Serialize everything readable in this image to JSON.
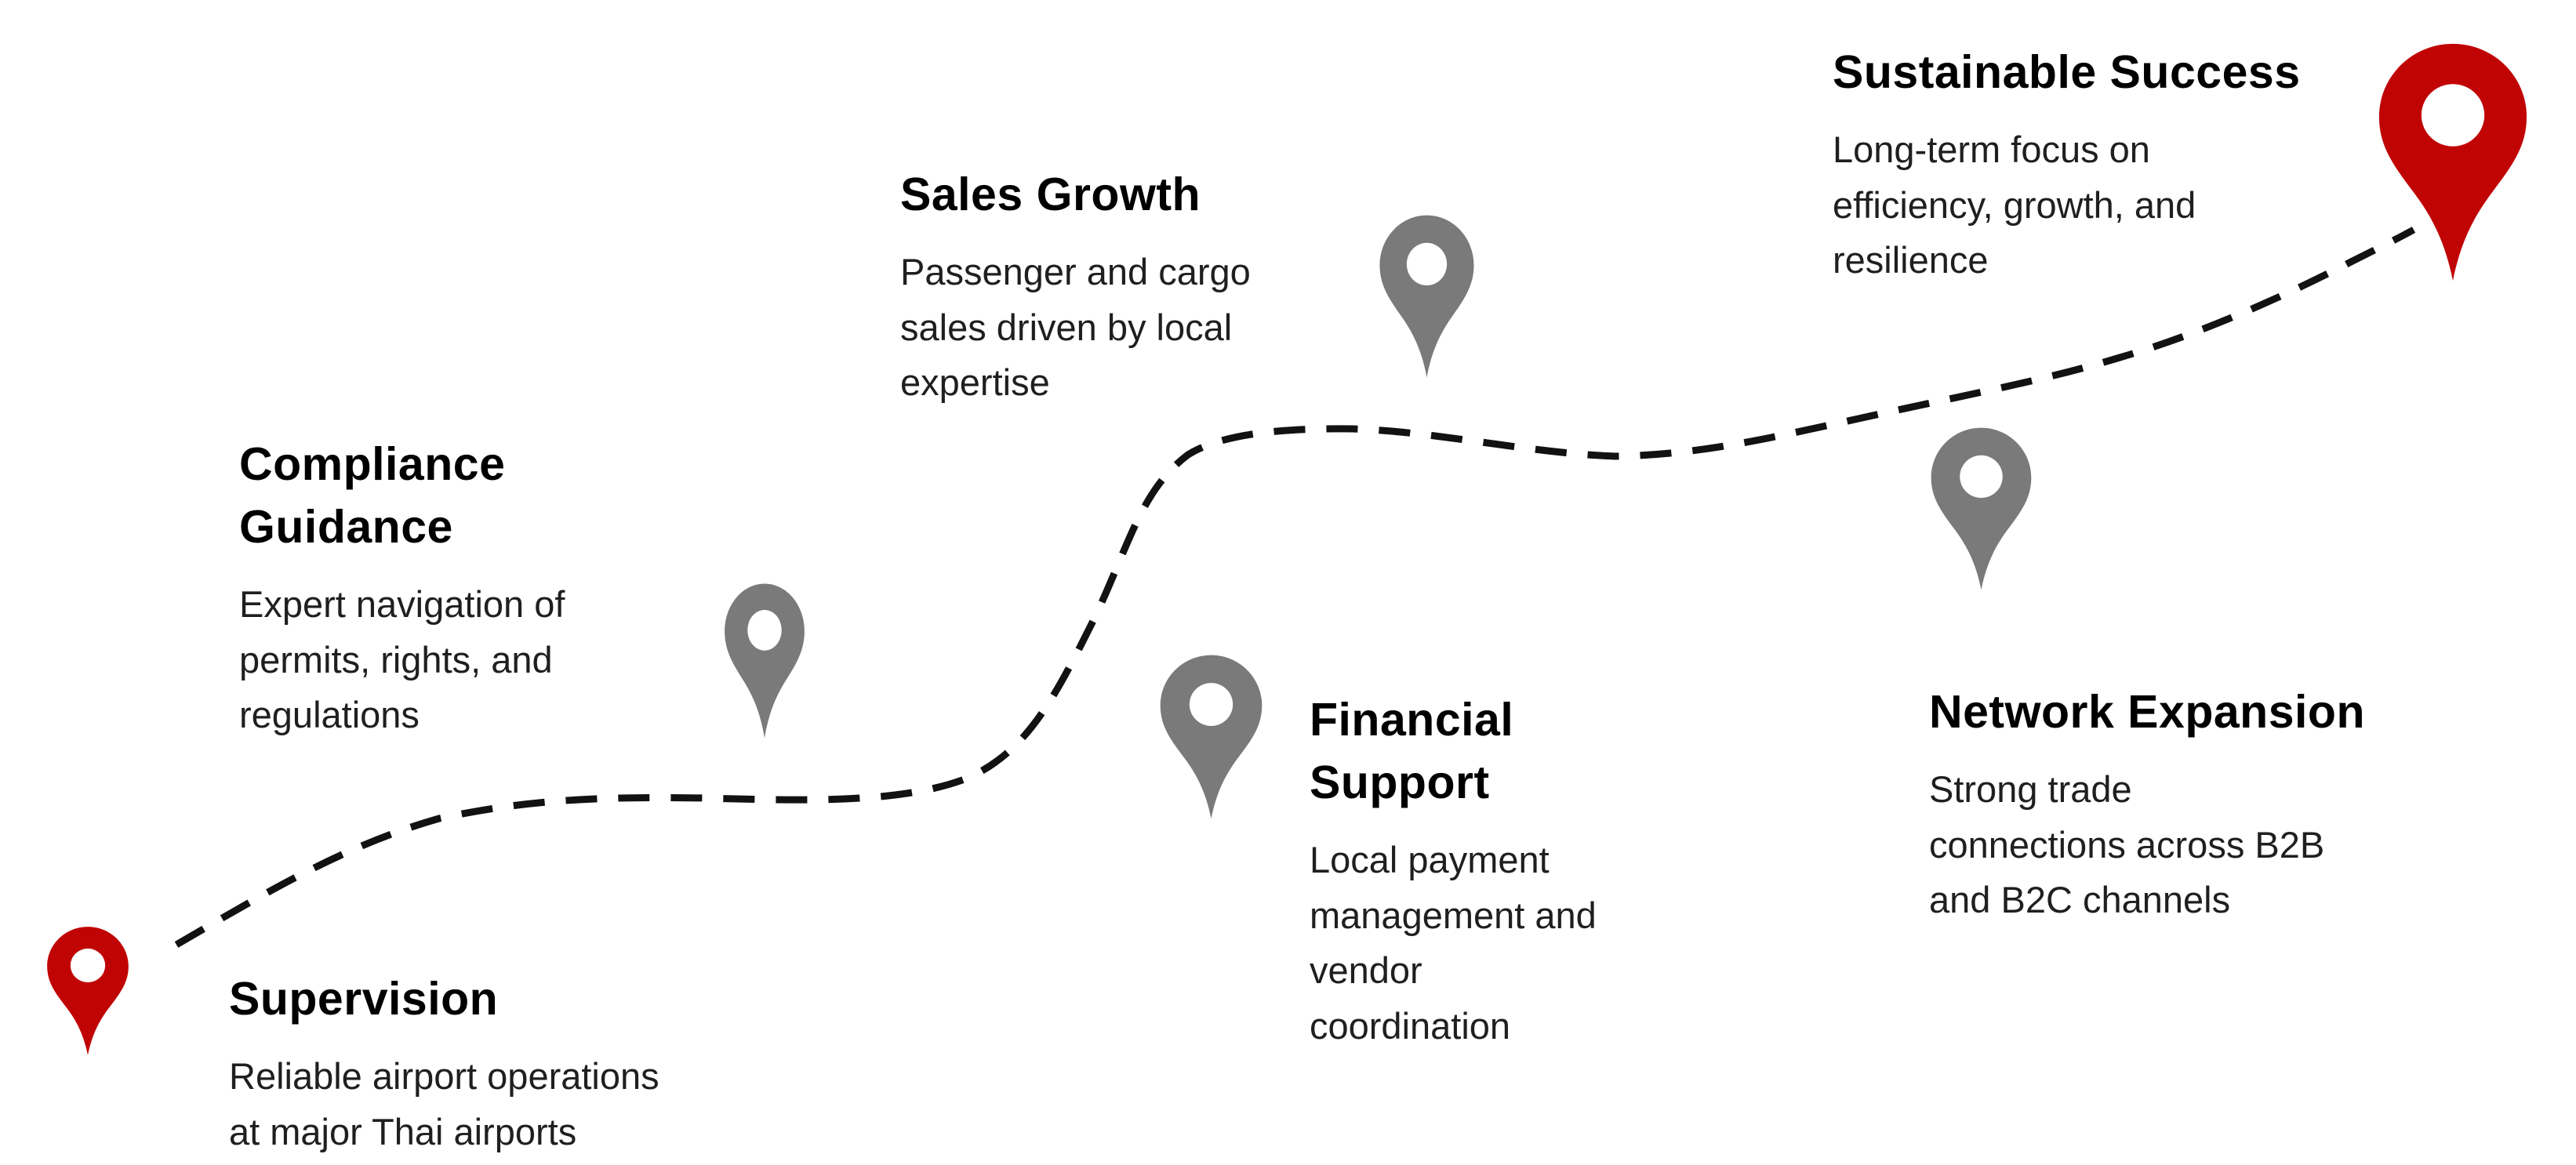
{
  "palette": {
    "background": "#ffffff",
    "red_pin": "#c00404",
    "gray_pin": "#7a7a7a",
    "heading_text": "#000000",
    "body_text": "#1f1f1f",
    "path_dash": "#121212"
  },
  "diagram": {
    "type": "journey-roadmap",
    "path_style": "dashed"
  },
  "milestones": [
    {
      "id": "supervision",
      "title": "Supervision",
      "desc": "Reliable airport operations\nat major Thai airports",
      "icon": "map-pin",
      "pin": "red"
    },
    {
      "id": "compliance-guidance",
      "title": "Compliance\nGuidance",
      "desc": "Expert navigation of\npermits, rights, and\nregulations",
      "icon": "map-pin",
      "pin": "gray"
    },
    {
      "id": "sales-growth",
      "title": "Sales Growth",
      "desc": "Passenger and cargo\nsales driven by local\nexpertise",
      "icon": "map-pin",
      "pin": "gray"
    },
    {
      "id": "financial-support",
      "title": "Financial\nSupport",
      "desc": "Local payment\nmanagement and\nvendor\ncoordination",
      "icon": "map-pin",
      "pin": "gray"
    },
    {
      "id": "network-expansion",
      "title": "Network Expansion",
      "desc": "Strong trade\nconnections across B2B\nand B2C channels",
      "icon": "map-pin",
      "pin": "gray"
    },
    {
      "id": "sustainable-success",
      "title": "Sustainable Success",
      "desc": "Long-term focus on\nefficiency, growth, and\nresilience",
      "icon": "map-pin",
      "pin": "red"
    }
  ]
}
